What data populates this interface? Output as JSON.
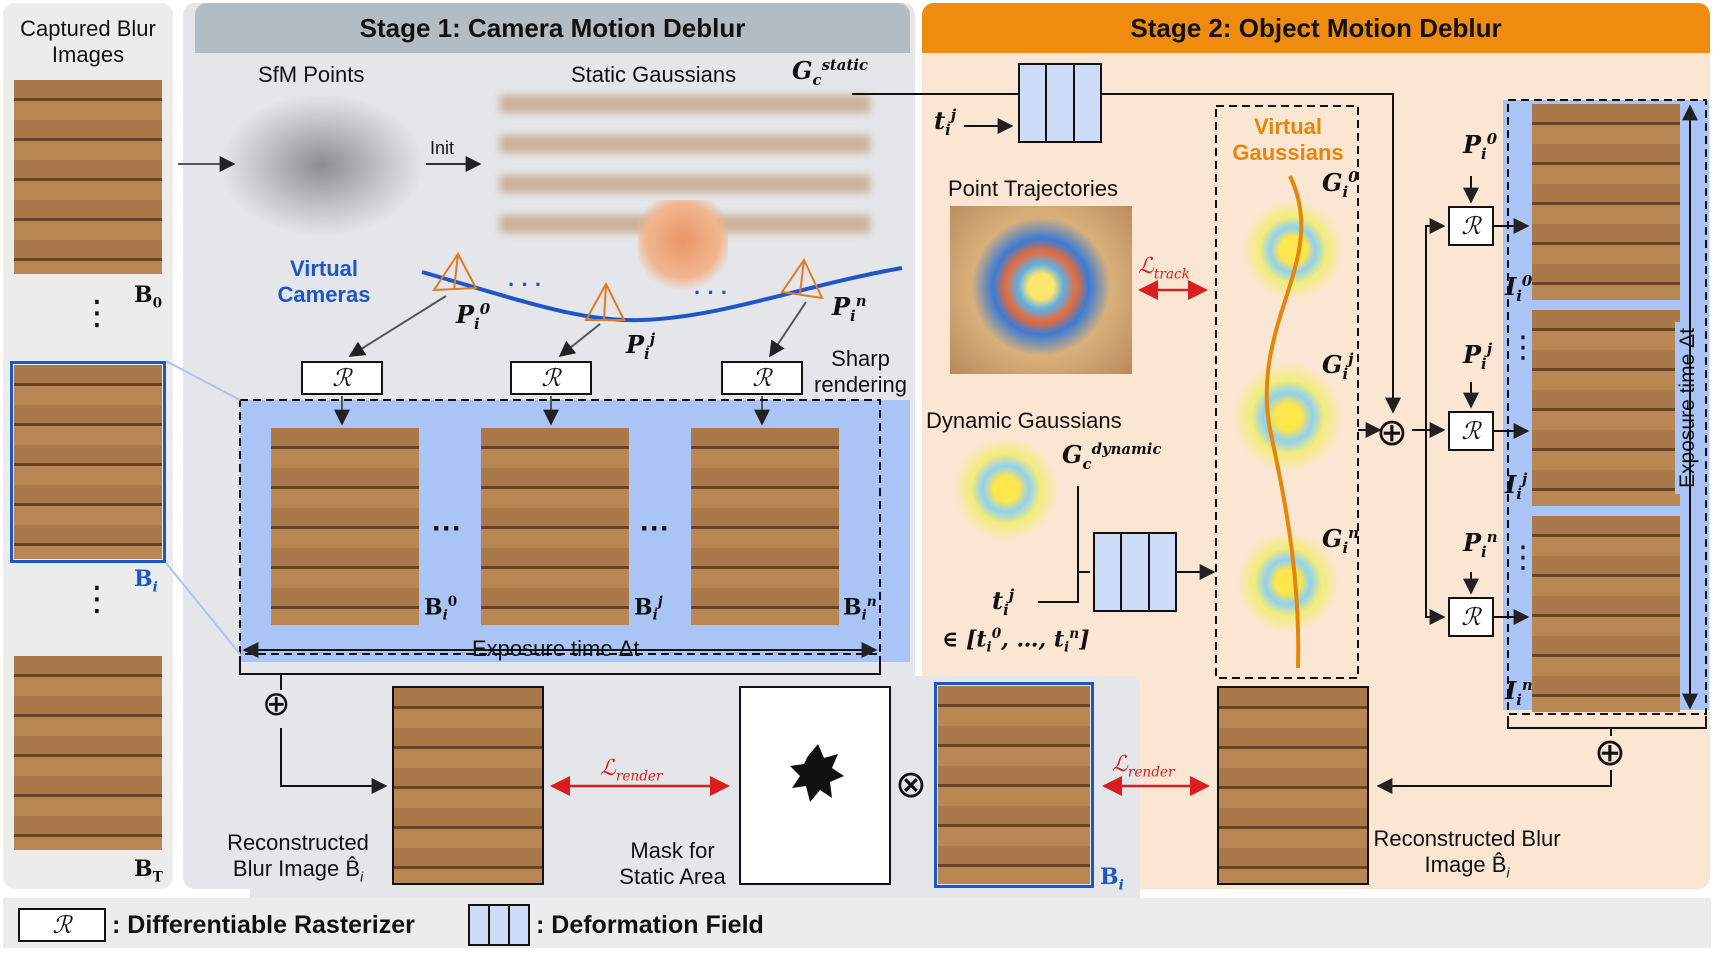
{
  "left_panel": {
    "title": "Captured Blur Images",
    "label_b0": "B",
    "sub_b0": "0",
    "label_bi": "B",
    "sub_bi": "i",
    "label_bt": "B",
    "sub_bt": "T",
    "dots": "⋮"
  },
  "stage1": {
    "title": "Stage 1: Camera Motion Deblur",
    "sfm_points": "SfM Points",
    "init": "Init",
    "static_gaussians": "Static Gaussians",
    "g_static_main": "G",
    "g_static_sub": "c",
    "g_static_sup": "static",
    "virtual_cameras": "Virtual Cameras",
    "cam_p0": {
      "main": "P",
      "sub": "i",
      "sup": "0"
    },
    "cam_pj": {
      "main": "P",
      "sub": "i",
      "sup": "j"
    },
    "cam_pn": {
      "main": "P",
      "sub": "i",
      "sup": "n"
    },
    "hdots": "· · ·",
    "sharp_rendering": "Sharp rendering",
    "rasterizer_symbol": "ℛ",
    "render_b0": {
      "main": "B",
      "sub": "i",
      "sup": "0"
    },
    "render_bj": {
      "main": "B",
      "sub": "i",
      "sup": "j"
    },
    "render_bn": {
      "main": "B",
      "sub": "i",
      "sup": "n"
    },
    "render_dots": "···",
    "exposure": "Exposure time Δt",
    "reconstructed": "Reconstructed Blur Image B̂",
    "reconstructed_sub": "i",
    "loss_render": "ℒ",
    "loss_render_sub": "render",
    "mask_label": "Mask for Static Area",
    "otimes": "⊗",
    "oplus": "⊕",
    "bi_label": "B",
    "bi_sub": "i"
  },
  "stage2": {
    "title": "Stage 2: Object Motion Deblur",
    "t_input": {
      "main": "t",
      "sub": "i",
      "sup": "j"
    },
    "point_trajectories": "Point Trajectories",
    "loss_track": "ℒ",
    "loss_track_sub": "track",
    "virtual_gaussians": "Virtual Gaussians",
    "g0": {
      "main": "G",
      "sub": "i",
      "sup": "0"
    },
    "gj": {
      "main": "G",
      "sub": "i",
      "sup": "j"
    },
    "gn": {
      "main": "G",
      "sub": "i",
      "sup": "n"
    },
    "dynamic_gaussians": "Dynamic Gaussians",
    "g_dynamic": {
      "main": "G",
      "sub": "c",
      "sup": "dynamic"
    },
    "t_dyn": {
      "main": "t",
      "sub": "i",
      "sup": "j"
    },
    "t_range": "∈ [t",
    "t_range_sub0": "i",
    "t_range_sup0": "0",
    "t_range_mid": ", …, t",
    "t_range_subn": "i",
    "t_range_supn": "n",
    "t_range_end": "]",
    "p0": {
      "main": "P",
      "sub": "i",
      "sup": "0"
    },
    "pj": {
      "main": "P",
      "sub": "i",
      "sup": "j"
    },
    "pn": {
      "main": "P",
      "sub": "i",
      "sup": "n"
    },
    "i0": {
      "main": "I",
      "sub": "i",
      "sup": "0"
    },
    "ij": {
      "main": "I",
      "sub": "i",
      "sup": "j"
    },
    "in": {
      "main": "I",
      "sub": "i",
      "sup": "n"
    },
    "exposure_vertical": "Exposure time Δt",
    "loss_render": "ℒ",
    "loss_render_sub": "render",
    "reconstructed": "Reconstructed Blur Image B̂",
    "reconstructed_sub": "i",
    "vdots": "⋮"
  },
  "legend": {
    "rasterizer_symbol": "ℛ",
    "rasterizer_text": ": Differentiable Rasterizer",
    "deformation_text": ": Deformation Field"
  },
  "colors": {
    "stage1_bar": "#b3bcc2",
    "stage2_bar": "#ef8c0f",
    "stage2_bg": "#fbe6d3",
    "blue_accent": "#1f56c7",
    "loss_red": "#d81e1e",
    "trajectory_orange": "#e4860a",
    "deform_fill": "#cfdcf7",
    "render_strip": "#a9c4f5"
  }
}
